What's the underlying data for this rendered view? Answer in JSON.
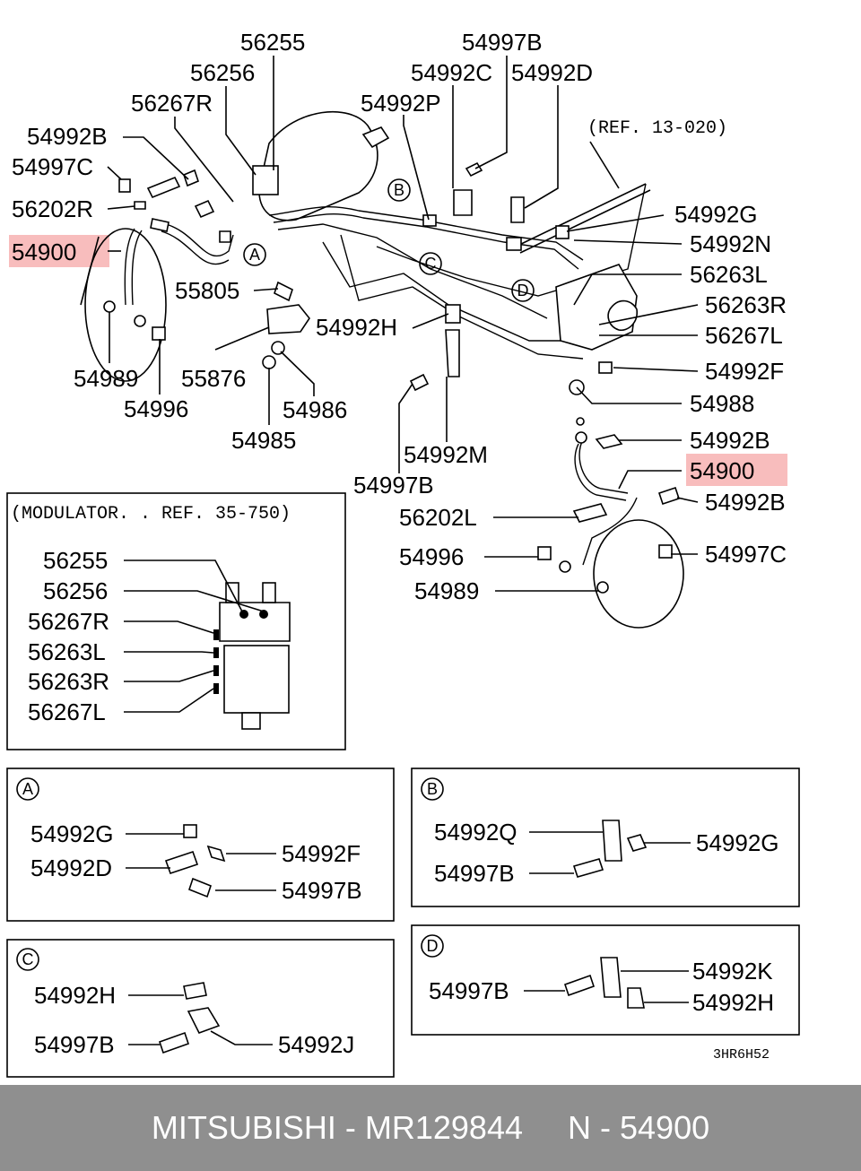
{
  "labels": {
    "l56255": "56255",
    "l56256": "56256",
    "l56267R": "56267R",
    "l54992B_a": "54992B",
    "l54997C_a": "54997C",
    "l56202R": "56202R",
    "l54900_a": "54900",
    "l55805": "55805",
    "l54989_a": "54989",
    "l54996_a": "54996",
    "l55876": "55876",
    "l54986": "54986",
    "l54985": "54985",
    "l54997B_top": "54997B",
    "l54992C": "54992C",
    "l54992D": "54992D",
    "l54992P": "54992P",
    "lRef": "(REF. 13-020)",
    "l54992G": "54992G",
    "l54992N": "54992N",
    "l56263L": "56263L",
    "l56263R": "56263R",
    "l56267L": "56267L",
    "l54992F": "54992F",
    "l54988": "54988",
    "l54992H": "54992H",
    "l54992M": "54992M",
    "l54997B_mid": "54997B",
    "l54992B_b": "54992B",
    "l54900_b": "54900",
    "l54992B_c": "54992B",
    "l56202L": "56202L",
    "l54996_b": "54996",
    "l54997C_b": "54997C",
    "l54989_b": "54989"
  },
  "circles": {
    "A": "A",
    "B": "B",
    "C": "C",
    "D": "D"
  },
  "modulator": {
    "title": "(MODULATOR. . REF. 35-750)",
    "items": [
      "56255",
      "56256",
      "56267R",
      "56263L",
      "56263R",
      "56267L"
    ]
  },
  "boxA": {
    "tag": "A",
    "items": [
      "54992G",
      "54992D",
      "54992F",
      "54997B"
    ]
  },
  "boxB": {
    "tag": "B",
    "items": [
      "54992Q",
      "54997B",
      "54992G"
    ]
  },
  "boxC": {
    "tag": "C",
    "items": [
      "54992H",
      "54997B",
      "54992J"
    ]
  },
  "boxD": {
    "tag": "D",
    "items": [
      "54997B",
      "54992K",
      "54992H"
    ]
  },
  "code": "3HR6H52",
  "footer": {
    "brand": "MITSUBISHI",
    "sep1": " - ",
    "part": "MR129844",
    "gap": "     ",
    "n": "N - 54900"
  },
  "colors": {
    "highlight": "#f7b2b2",
    "footer_bg": "#8f8f8f"
  }
}
